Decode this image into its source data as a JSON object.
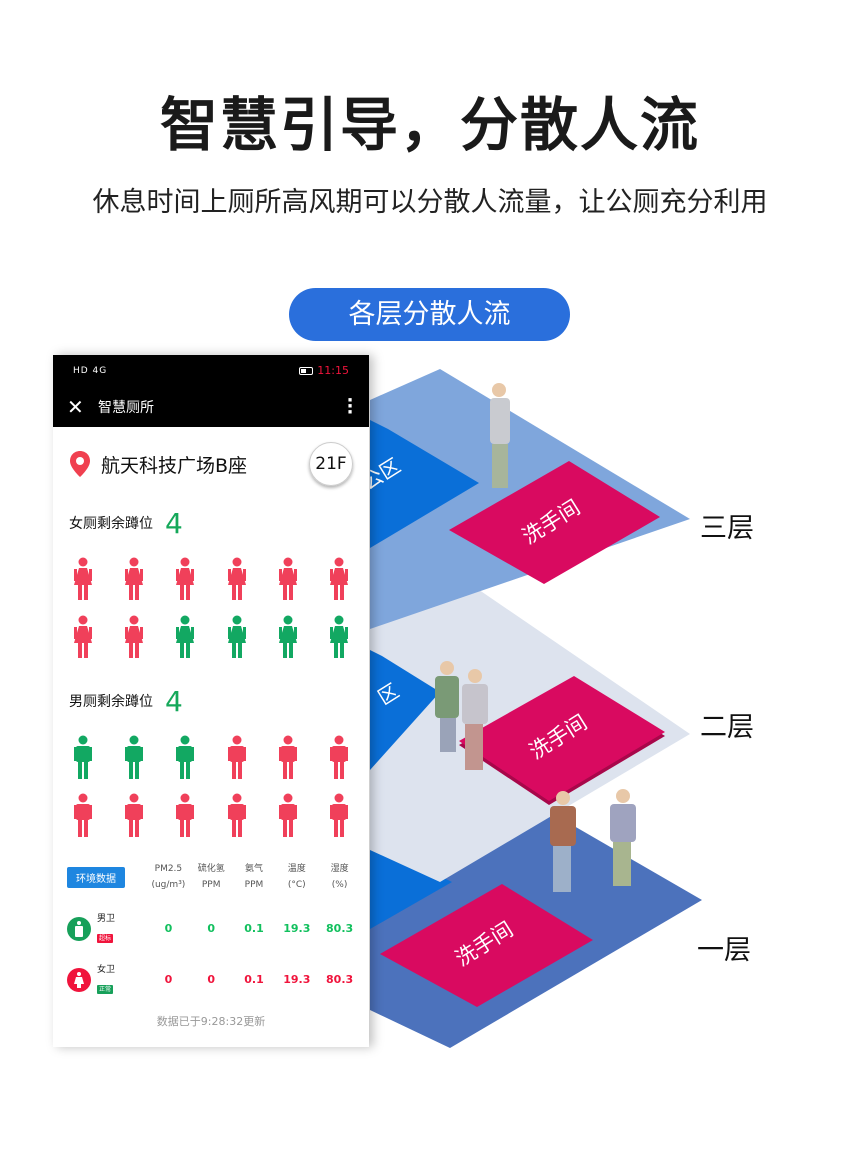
{
  "header": {
    "title": "智慧引导，分散人流",
    "subtitle": "休息时间上厕所高风期可以分散人流量，让公厕充分利用",
    "pill": "各层分散人流"
  },
  "floors": [
    {
      "label": "三层",
      "restroom": "洗手间",
      "office": "公区"
    },
    {
      "label": "二层",
      "restroom": "洗手间",
      "office": "区"
    },
    {
      "label": "一层",
      "restroom": "洗手间",
      "office": ""
    }
  ],
  "colors": {
    "floor3": "#7fa6dc",
    "floor2": "#dde3ee",
    "floor1": "#4c72bc",
    "restroom": "#d90a60",
    "office": "#0a6fd8",
    "accent": "#2a6fdc"
  },
  "phone": {
    "status": {
      "left": "HD 4G",
      "time": "11:15"
    },
    "toolbar": {
      "title": "智慧厕所"
    },
    "location": {
      "name": "航天科技广场B座",
      "floor": "21F"
    },
    "female": {
      "label": "女厕剩余蹲位",
      "count": "4",
      "stalls": [
        "busy",
        "busy",
        "busy",
        "busy",
        "busy",
        "busy",
        "busy",
        "busy",
        "free",
        "free",
        "free",
        "free"
      ]
    },
    "male": {
      "label": "男厕剩余蹲位",
      "count": "4",
      "stalls": [
        "free",
        "free",
        "free",
        "busy",
        "busy",
        "busy",
        "busy",
        "busy",
        "busy",
        "busy",
        "busy",
        "busy"
      ]
    },
    "env": {
      "button": "环境数据",
      "headers": [
        [
          "PM2.5",
          "(ug/m³)"
        ],
        [
          "硫化氢",
          "PPM"
        ],
        [
          "氨气",
          "PPM"
        ],
        [
          "温度",
          "(°C)"
        ],
        [
          "湿度",
          "(%)"
        ]
      ],
      "rows": [
        {
          "name": "男卫",
          "badge": "超标",
          "values": [
            "0",
            "0",
            "0.1",
            "19.3",
            "80.3"
          ]
        },
        {
          "name": "女卫",
          "badge": "正常",
          "values": [
            "0",
            "0",
            "0.1",
            "19.3",
            "80.3"
          ]
        }
      ],
      "updated": "数据已于9:28:32更新"
    }
  }
}
